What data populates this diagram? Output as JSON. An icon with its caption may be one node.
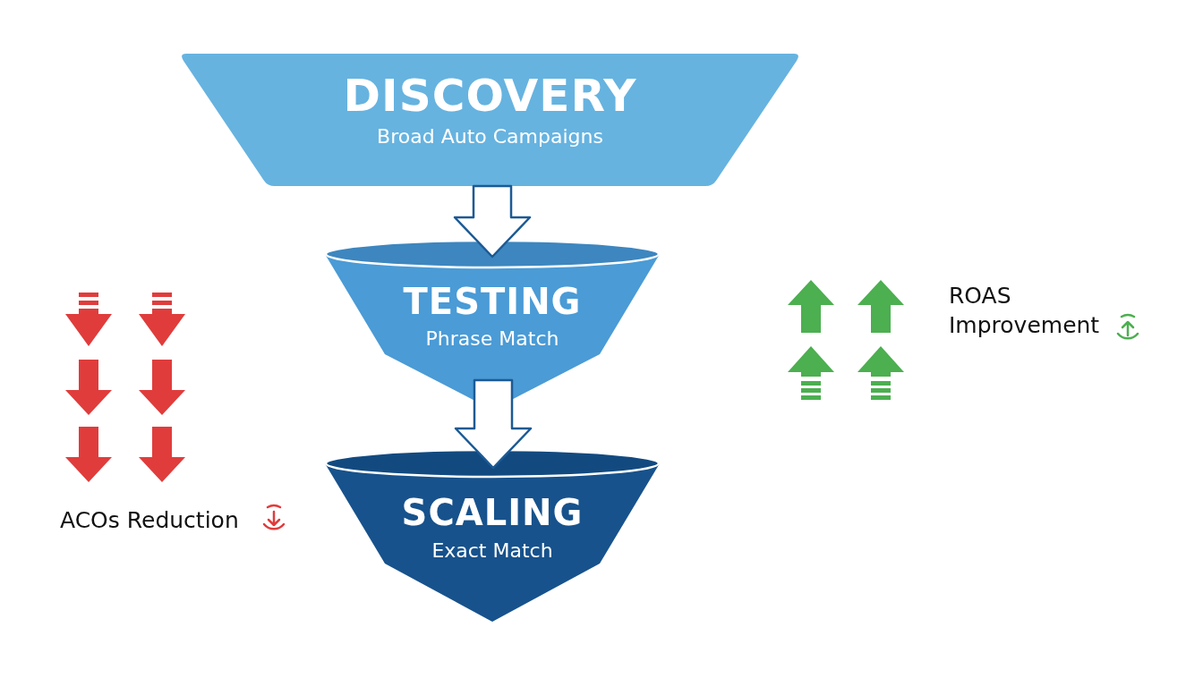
{
  "diagram": {
    "nodes": [
      {
        "text": [
          "DISCOVERY",
          "Broad Auto Campaigns"
        ]
      },
      {
        "text": [
          "TESTING",
          "Phrase Match"
        ]
      },
      {
        "text": [
          "SCALING",
          "Exact Match"
        ]
      }
    ],
    "edges": [
      {
        "from": 0,
        "to": 1,
        "arrow": "to"
      },
      {
        "from": 1,
        "to": 2,
        "arrow": "to"
      }
    ],
    "labels": [
      "ROAS Improvement",
      "ACOs Reduction"
    ]
  }
}
